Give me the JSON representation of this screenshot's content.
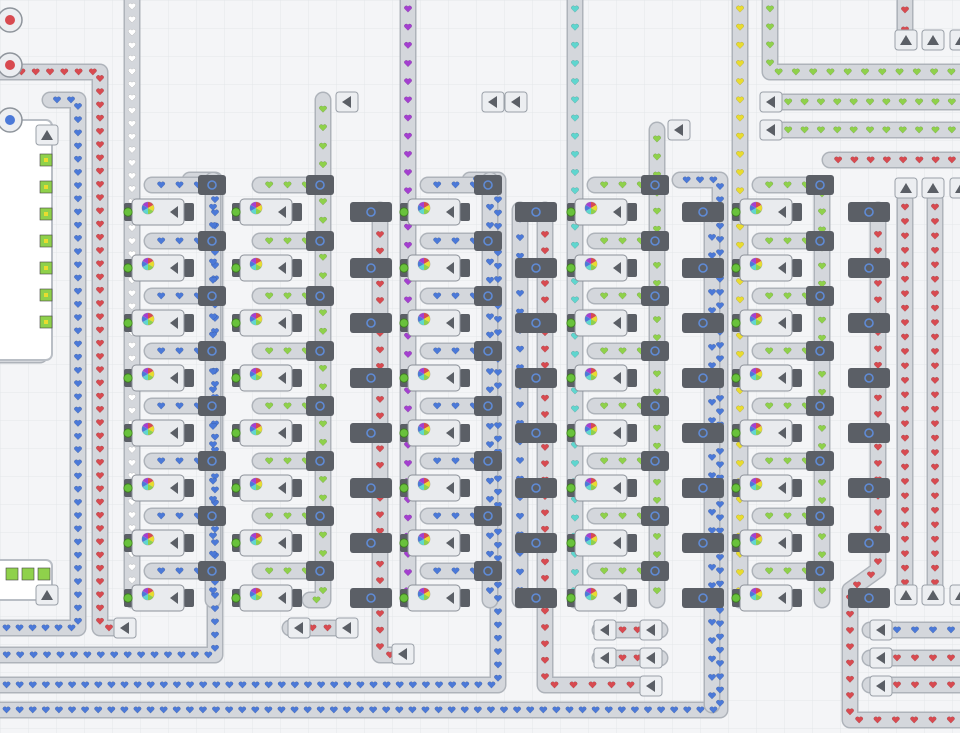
{
  "view": {
    "title": ""
  },
  "colors": {
    "background": "#f4f5f7",
    "grid": "#e3e6ea",
    "belt_fill": "#d4d7dc",
    "belt_edge": "#aeb3ba",
    "machine_dark": "#5b5f66",
    "machine_light": "#e9ebee",
    "shape_red": "#d84a50",
    "shape_blue": "#4b79d8",
    "shape_green": "#8fd14b",
    "shape_purple": "#a43fd0",
    "shape_cyan": "#5fd6cf",
    "shape_white": "#ffffff",
    "shape_yellow": "#e9dc2f",
    "connector_green": "#69c23c",
    "connector_blue": "#5f8bd6"
  },
  "icons": {
    "belt_arrow": "chevron-icon",
    "machine": "painter-machine-icon",
    "shape": "heart-shape-icon",
    "color_orb": "color-mix-orb-icon",
    "balancer": "balancer-icon"
  },
  "shape_colors_in_order": [
    "red",
    "blue",
    "green",
    "purple",
    "cyan",
    "white",
    "yellow"
  ]
}
